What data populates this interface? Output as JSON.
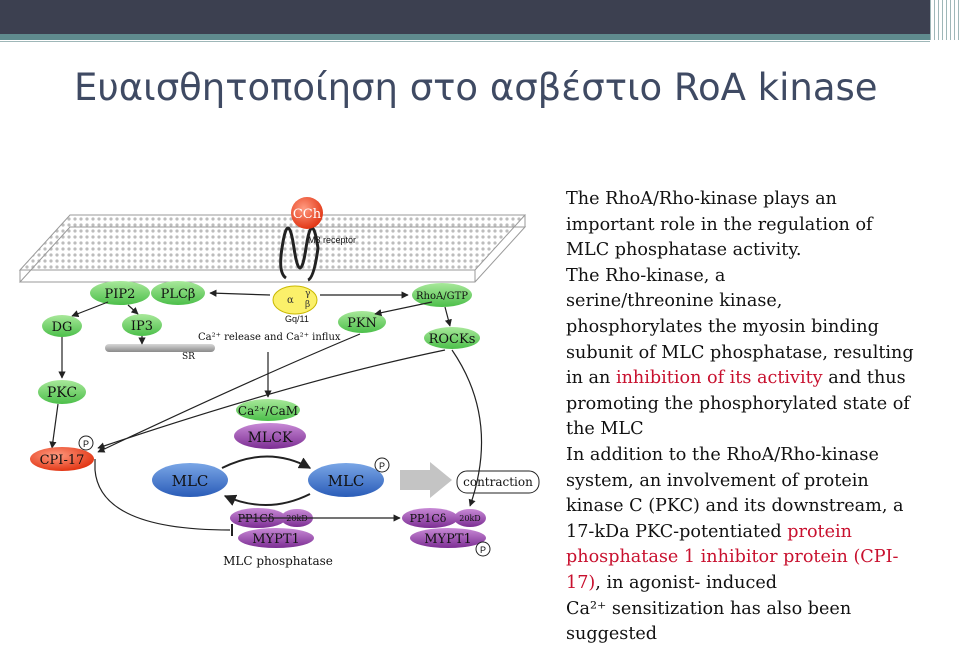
{
  "slide": {
    "title": "Ευαισθητοποίηση στο ασβέστιο  RoA kinase"
  },
  "colors": {
    "header_dark": "#3c4050",
    "header_teal": "#5f8b8e",
    "title_text": "#3f4a63",
    "highlight_red": "#c8102e"
  },
  "diagram": {
    "receptor_ligand": "CCh",
    "receptor_label": "M3 receptor",
    "gq_label": "Gq/11",
    "alpha": "α",
    "gamma": "γ",
    "beta": "β",
    "pip2": "PIP2",
    "plcb": "PLCβ",
    "rhoa": "RhoA/GTP",
    "dg": "DG",
    "ip3": "IP3",
    "ca_release": "Ca²⁺ release and Ca²⁺ influx",
    "sr": "SR",
    "pkn": "PKN",
    "rocks": "ROCKs",
    "pkc": "PKC",
    "ca_cam": "Ca²⁺/CaM",
    "mlck": "MLCK",
    "p": "P",
    "cpi17": "CPI-17",
    "mlc_left": "MLC",
    "mlc_right": "MLC",
    "contraction": "contraction",
    "pp1c_left": "PP1Cδ",
    "kd_left": "20kD",
    "mypt1_left": "MYPT1",
    "pp1c_right": "PP1Cδ",
    "kd_right": "20kD",
    "mypt1_right": "MYPT1",
    "mlc_phosphatase": "MLC phosphatase"
  },
  "text": {
    "l1": "The RhoA/Rho-kinase plays an",
    "l2": "important role in the regulation of",
    "l3": "MLC phosphatase activity.",
    "l4": "The Rho-kinase, a",
    "l5": "serine/threonine kinase,",
    "l6": "phosphorylates the myosin binding",
    "l7": "subunit of MLC phosphatase, resulting",
    "l8a": "in an ",
    "l8b": "inhibition of its activity",
    "l8c": " and thus",
    "l9": "promoting the phosphorylated state of",
    "l10": "the MLC",
    "l11": "In addition to the RhoA/Rho-kinase",
    "l12": "system, an involvement of protein",
    "l13": "kinase C (PKC) and its downstream, a",
    "l14a": "17-kDa PKC-potentiated ",
    "l14b": "protein",
    "l15": "phosphatase 1 inhibitor protein (CPI-",
    "l16a": "17)",
    "l16b": ", in agonist- induced",
    "l17": "Ca²⁺ sensitization has also been",
    "l18": "suggested"
  }
}
